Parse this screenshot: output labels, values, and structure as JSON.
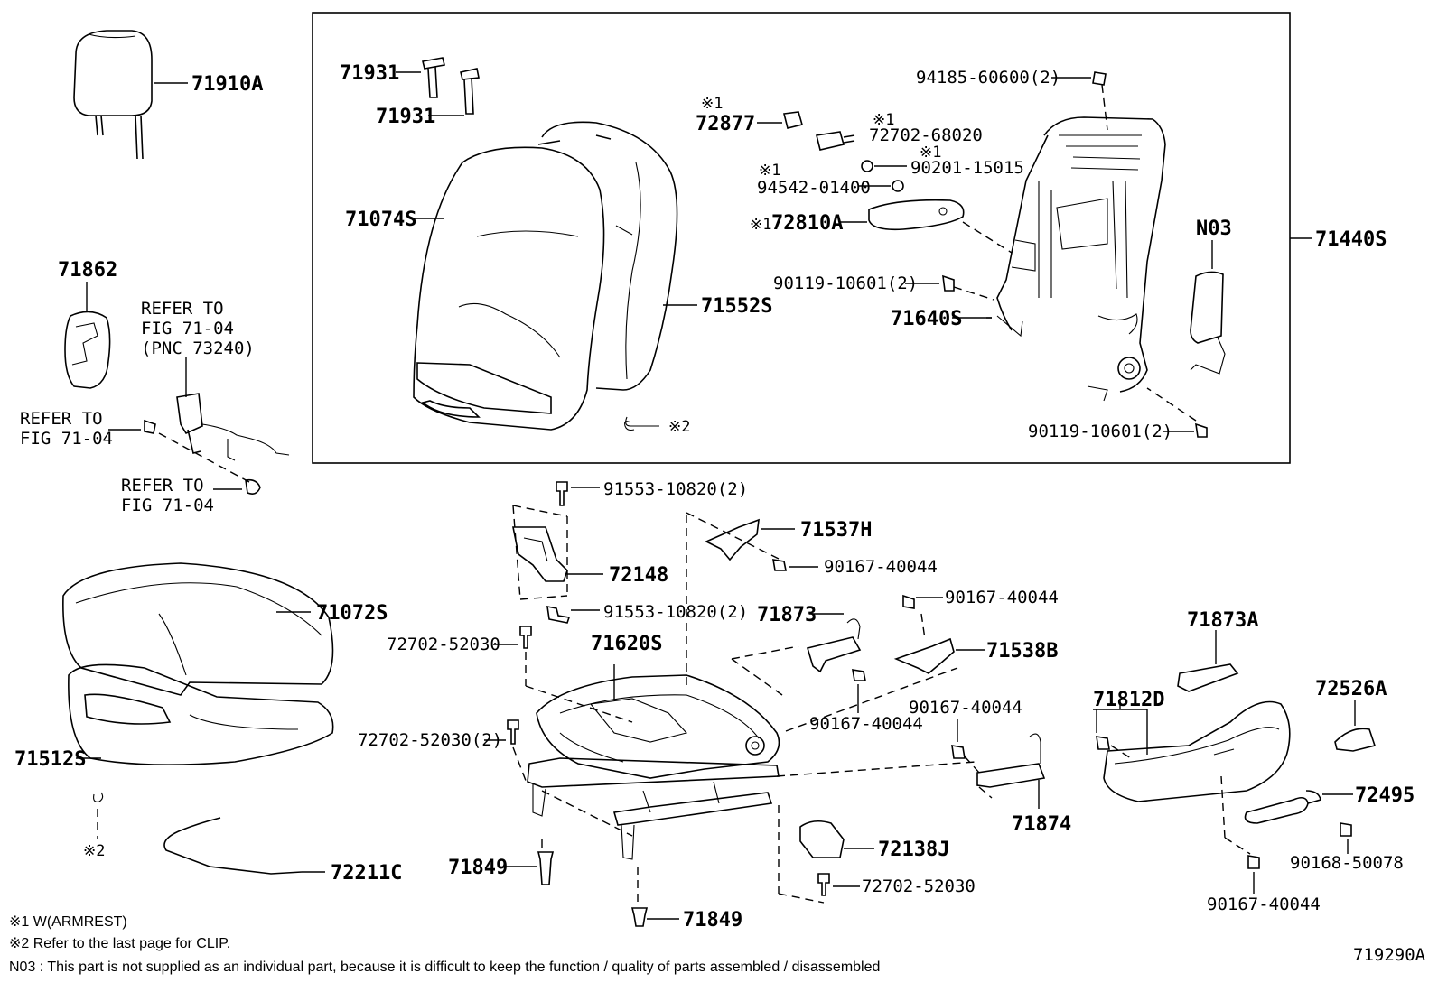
{
  "labels": {
    "l71910A": "71910A",
    "l71931a": "71931",
    "l71931b": "71931",
    "l72877": "72877",
    "l72877_mark": "※1",
    "l72702_68020": "72702-68020",
    "l72702_68020_mark": "※1",
    "l90201": "90201-15015",
    "l90201_mark": "※1",
    "l94542": "94542-01400",
    "l94542_mark": "※1",
    "l72810A": "72810A",
    "l72810A_mark": "※1",
    "l94185": "94185-60600(2)",
    "l71074S": "71074S",
    "l71552S": "71552S",
    "l71440S": "71440S",
    "lN03": "N03",
    "l90119a": "90119-10601(2)",
    "l71640S": "71640S",
    "l90119b": "90119-10601(2)",
    "lclip2": "※2",
    "l71862": "71862",
    "refer1a": "REFER TO",
    "refer1b": "FIG 71-04",
    "refer1c": "(PNC 73240)",
    "refer2a": "REFER TO",
    "refer2b": "FIG 71-04",
    "refer3a": "REFER TO",
    "refer3b": "FIG 71-04",
    "l91553a": "91553-10820(2)",
    "l72148": "72148",
    "l91553b": "91553-10820(2)",
    "l71537H": "71537H",
    "l90167a": "90167-40044",
    "l90167b": "90167-40044",
    "l71873": "71873",
    "l71538B": "71538B",
    "l90167c": "90167-40044",
    "l90167d": "90167-40044",
    "l71874": "71874",
    "l72702_52030a": "72702-52030",
    "l71620S": "71620S",
    "l72702_52030b": "72702-52030(2)",
    "l71072S": "71072S",
    "l71512S": "71512S",
    "lclip2b": "※2",
    "l72211C": "72211C",
    "l71849a": "71849",
    "l71849b": "71849",
    "l72138J": "72138J",
    "l72702_52030c": "72702-52030",
    "l71873A": "71873A",
    "l71812D": "71812D",
    "l72526A": "72526A",
    "l72495": "72495",
    "l90168": "90168-50078",
    "l90167e": "90167-40044"
  },
  "notes": {
    "n1": "※1 W(ARMREST)",
    "n2": "※2 Refer to the last page for CLIP.",
    "n3": "N03 : This part is not supplied as an individual part, because it is difficult to keep the function / quality of parts assembled / disassembled"
  },
  "figure_id": "719290A"
}
